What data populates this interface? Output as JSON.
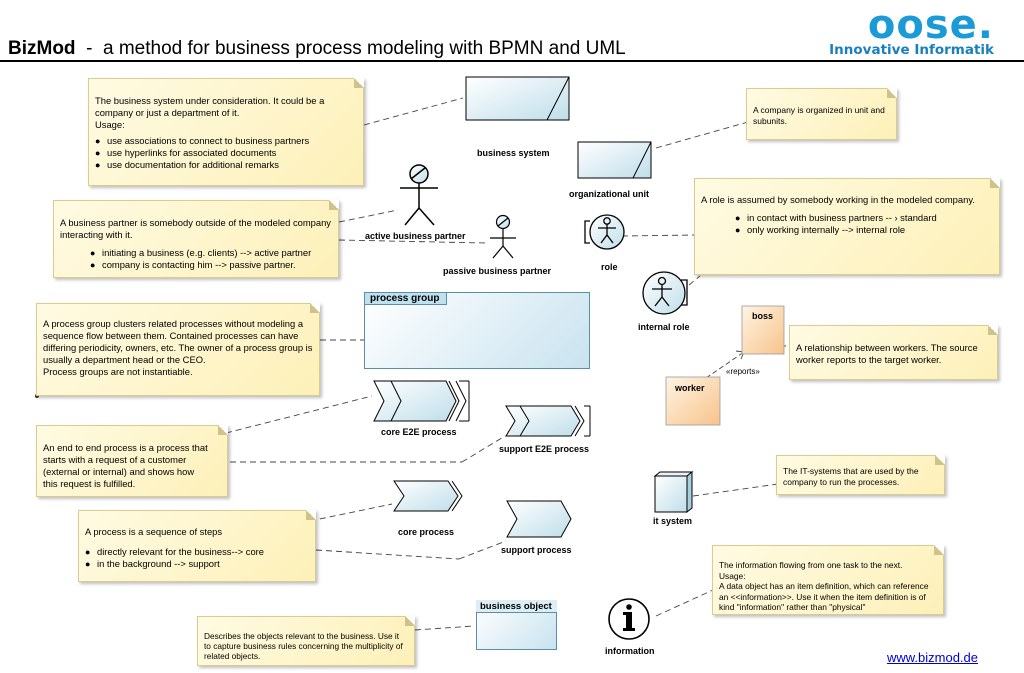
{
  "header": {
    "title_bold": "BizMod",
    "title_rest": "  -  a method for business process modeling with BPMN and UML",
    "logo_word": "oose.",
    "logo_sub": "Innovative Informatik"
  },
  "notes": {
    "business_system": {
      "text": "The business system under consideration. It could be a company or just a department of it.\nUsage:",
      "items": [
        "use associations to connect to business partners",
        "use hyperlinks for associated documents",
        "use documentation for additional remarks"
      ]
    },
    "business_partner": {
      "text": "A business partner is somebody outside of the modeled company interacting with it.",
      "items": [
        "initiating a business (e.g. clients) --> active partner",
        "company is contacting him --> passive partner."
      ]
    },
    "process_group": {
      "text": "A process group clusters related processes without modeling a sequence flow between them. Contained processes can have differing periodicity, owners, etc. The owner of a process group is usually a department head or the CEO.\nProcess groups are not instantiable."
    },
    "e2e_process": {
      "text": "An end to end process is a process that starts with a request of a customer (external or internal) and shows how this request is fulfilled."
    },
    "process": {
      "text": "A process is a sequence of steps",
      "items": [
        "directly relevant for the business--> core",
        "in the background --> support"
      ]
    },
    "business_object": {
      "text": "Describes the objects relevant to the business. Use it to capture business rules concerning the multiplicity of related objects."
    },
    "organizational_unit": {
      "text": "A company is organized in unit and subunits."
    },
    "role": {
      "text": "A role is assumed by somebody working in the modeled company.",
      "items": [
        "in contact with business partners -- › standard",
        "only working internally --> internal role"
      ]
    },
    "worker_relationship": {
      "text": "A relationship between workers. The source worker reports to the target worker."
    },
    "it_system": {
      "text": "The IT-systems that are used by the company to run the processes."
    },
    "information": {
      "text": "The information flowing from one task to the next.\nUsage:\nA data object has an item definition, which can reference an <<information>>. Use it when the item definition is of kind \"information\" rather than \"physical\""
    }
  },
  "elements": {
    "business_system": "business system",
    "organizational_unit": "organizational unit",
    "active_business_partner": "active business partner",
    "passive_business_partner": "passive business partner",
    "role": "role",
    "internal_role": "internal role",
    "process_group": "process group",
    "boss": "boss",
    "worker": "worker",
    "reports": "«reports»",
    "core_e2e_process": "core E2E process",
    "support_e2e_process": "support E2E process",
    "core_process": "core process",
    "support_process": "support process",
    "it_system": "it system",
    "business_object": "business object",
    "information": "information"
  },
  "footer": {
    "link": "www.bizmod.de"
  },
  "colors": {
    "logo": "#1a9bd7",
    "note": "#fdf0b8",
    "shape": "#c8e3ef",
    "worker": "#f9c88a",
    "link": "#0000cc"
  }
}
